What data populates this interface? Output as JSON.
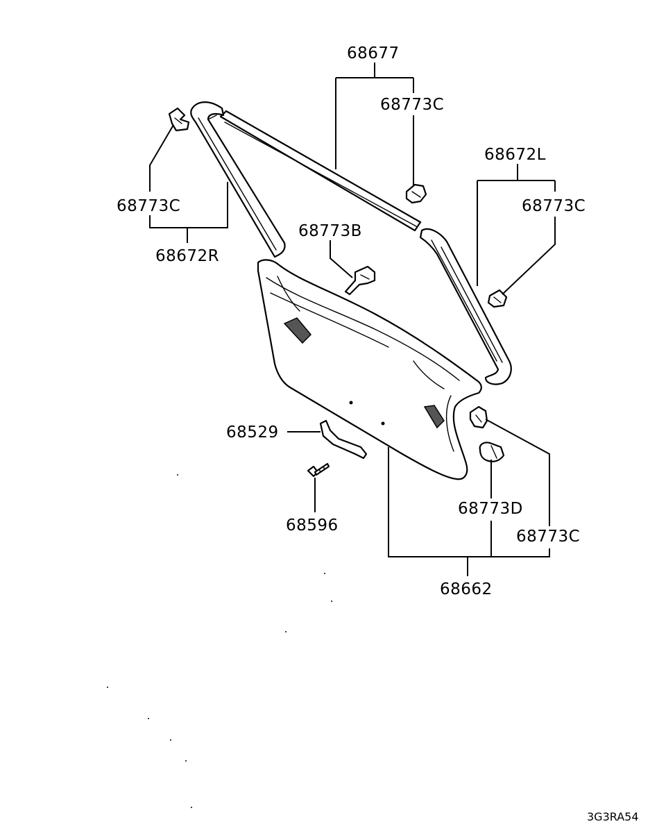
{
  "diagram": {
    "labels": {
      "trim_upper": "68677",
      "clip_upper": "68773C",
      "trim_left": "68672L",
      "clip_left": "68773C",
      "clip_right_top": "68773C",
      "trim_right": "68672R",
      "clip_b": "68773B",
      "handle": "68529",
      "screw": "68596",
      "clip_d": "68773D",
      "clip_lower": "68773C",
      "main_trim": "68662"
    },
    "drawing_code": "3G3RA54"
  }
}
